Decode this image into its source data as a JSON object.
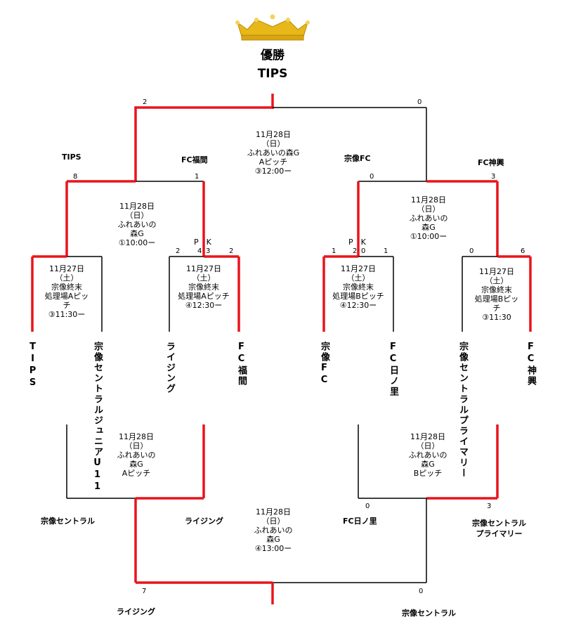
{
  "colors": {
    "winner": "#e8141b",
    "loser": "#000000",
    "crown": "#e8b81a"
  },
  "icon": "crown-icon",
  "champion": {
    "label": "優勝",
    "team": "TIPS"
  },
  "final": {
    "info": [
      "11月28日",
      "（日）",
      "ふれあいの森G",
      "Aピッチ",
      "③12:00ー"
    ],
    "score_left": "2",
    "score_right": "0"
  },
  "semifinal_left": {
    "info": [
      "11月28日",
      "（日）",
      "ふれあいの",
      "森G",
      "①10:00ー"
    ],
    "team_left": "TIPS",
    "team_right": "FC福間",
    "score_left": "8",
    "score_right": "1"
  },
  "semifinal_right": {
    "info": [
      "11月28日",
      "（日）",
      "ふれあいの",
      "森G",
      "①10:00ー"
    ],
    "team_left": "宗像FC",
    "team_right": "FC神興",
    "score_left": "0",
    "score_right": "3"
  },
  "round1": [
    {
      "info": [
        "11月27日",
        "（土）",
        "宗像終末",
        "処理場Aピッ",
        "チ",
        "③11:30ー"
      ],
      "score_left": "",
      "score_right": "",
      "pk": "",
      "pk_left": "",
      "pk_right": ""
    },
    {
      "info": [
        "11月27日",
        "（土）",
        "宗像終末",
        "処理場Aピッチ",
        "④12:30ー"
      ],
      "score_left": "2",
      "score_right": "2",
      "pk": "P　K",
      "pk_left": "4",
      "pk_right": "3"
    },
    {
      "info": [
        "11月27日",
        "（土）",
        "宗像終末",
        "処理場Bピッチ",
        "④12:30ー"
      ],
      "score_left": "1",
      "score_right": "1",
      "pk": "P　K",
      "pk_left": "2",
      "pk_right": "0"
    },
    {
      "info": [
        "11月27日",
        "（土）",
        "宗像終末",
        "処理場Bピッ",
        "チ",
        "③11:30"
      ],
      "score_left": "0",
      "score_right": "6",
      "pk": "",
      "pk_left": "",
      "pk_right": ""
    }
  ],
  "teams": [
    "TIPS",
    "宗像セントラルジュニアU11",
    "ライジング",
    "FC福間",
    "宗像FC",
    "FC日ノ里",
    "宗像セントラルプライマリー",
    "FC神興"
  ],
  "consolation_left": {
    "info": [
      "11月28日",
      "（日）",
      "ふれあいの",
      "森G",
      "Aピッチ"
    ],
    "team_left": "宗像セントラル",
    "team_right": "ライジング"
  },
  "consolation_right": {
    "info": [
      "11月28日",
      "（日）",
      "ふれあいの",
      "森G",
      "Bピッチ"
    ],
    "team_left": "FC日ノ里",
    "team_right": "宗像セントラル\nプライマリー",
    "score_left": "0",
    "score_right": "3"
  },
  "third_place": {
    "info": [
      "11月28日",
      "（日）",
      "ふれあいの",
      "森G",
      "④13:00ー"
    ],
    "team_left": "ライジング",
    "team_right": "宗像セントラル",
    "score_left": "7",
    "score_right": "0"
  }
}
